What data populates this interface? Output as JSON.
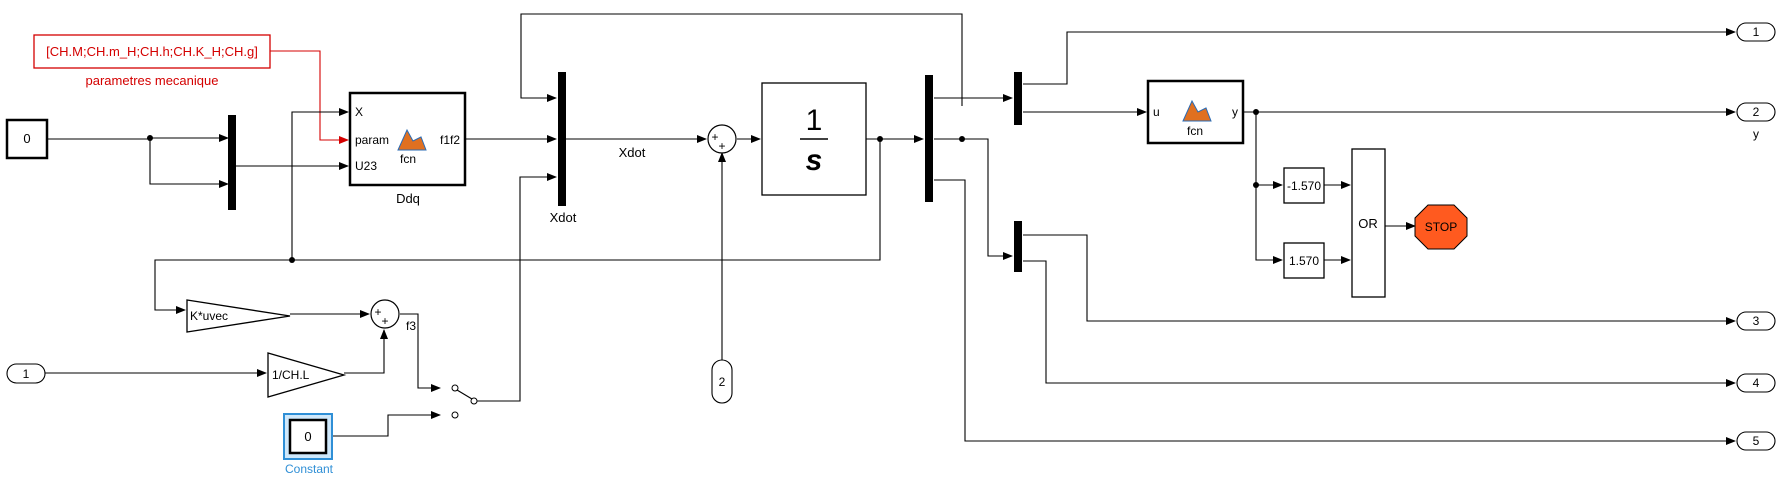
{
  "colors": {
    "wire": "#000000",
    "param_block": "#d40000",
    "selected_block": "#2f8fd6",
    "stop_fill": "#ff5a1f"
  },
  "blocks": {
    "param_constant": {
      "value": "[CH.M;CH.m_H;CH.h;CH.K_H;CH.g]",
      "caption": "parametres mecanique"
    },
    "const_zero_left": {
      "value": "0"
    },
    "ddq": {
      "ports_in": [
        "X",
        "param",
        "U23"
      ],
      "port_out": "f1f2",
      "label": "fcn",
      "caption": "Ddq",
      "icon": "matlab-function-icon"
    },
    "mux_xdot": {
      "caption": "Xdot"
    },
    "signal_xdot": {
      "label": "Xdot"
    },
    "integrator": {
      "numerator": "1",
      "denominator": "s"
    },
    "fcn_block": {
      "port_in": "u",
      "port_out": "y",
      "label": "fcn",
      "icon": "matlab-function-icon"
    },
    "gain_kuvec": {
      "label": "K*uvec"
    },
    "gain_l": {
      "label": "1/CH.L"
    },
    "signal_f3": {
      "label": "f3"
    },
    "const_neg": {
      "value": "-1.570"
    },
    "const_pos": {
      "value": "1.570"
    },
    "or_block": {
      "label": "OR"
    },
    "stop_block": {
      "label": "STOP"
    },
    "constant_selected": {
      "value": "0",
      "caption": "Constant"
    },
    "inport_1": {
      "label": "1"
    },
    "inport_2": {
      "label": "2"
    },
    "sum_plus_a": "+",
    "sum_plus_b": "+",
    "sum_plus_c": "+",
    "sum_plus_d": "+"
  },
  "outports": [
    {
      "label": "1",
      "caption": ""
    },
    {
      "label": "2",
      "caption": "y"
    },
    {
      "label": "3",
      "caption": ""
    },
    {
      "label": "4",
      "caption": ""
    },
    {
      "label": "5",
      "caption": ""
    }
  ]
}
